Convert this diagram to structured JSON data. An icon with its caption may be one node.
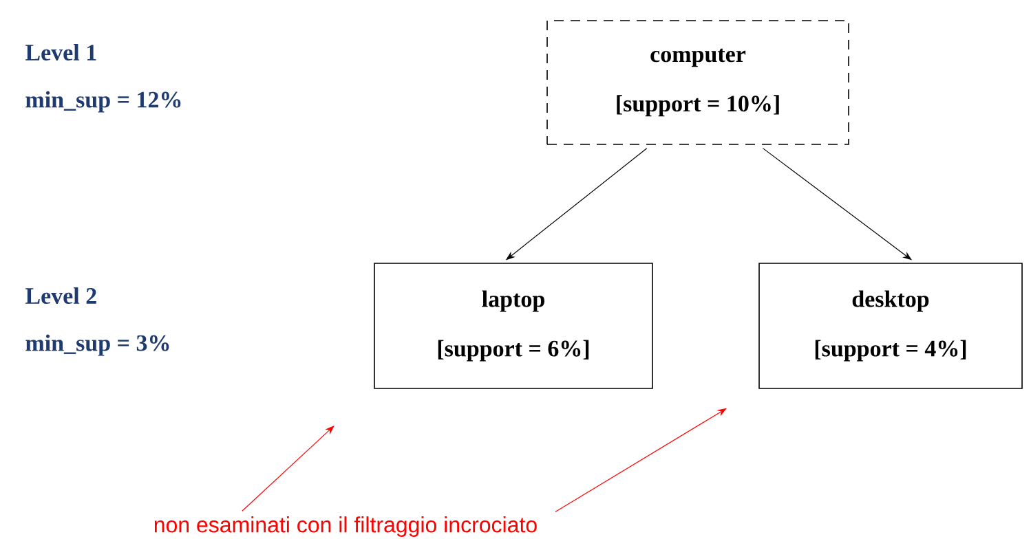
{
  "diagram": {
    "nodes": [
      {
        "text": [
          "computer",
          "[support = 10%]"
        ]
      },
      {
        "text": [
          "laptop",
          "[support = 6%]"
        ]
      },
      {
        "text": [
          "desktop",
          "[support = 4%]"
        ]
      },
      {
        "text": [
          "non esaminati con il filtraggio incrociato"
        ]
      }
    ],
    "edges": [
      {
        "from": 0,
        "to": 1,
        "arrow": "to"
      },
      {
        "from": 0,
        "to": 2,
        "arrow": "to"
      },
      {
        "from": 3,
        "to": 1,
        "arrow": "to",
        "color": "#ff0000"
      },
      {
        "from": 3,
        "to": 2,
        "arrow": "to",
        "color": "#ff0000"
      }
    ],
    "labels": [
      "Level 1",
      "min_sup = 12%",
      "Level 2",
      "min_sup = 3%"
    ]
  }
}
